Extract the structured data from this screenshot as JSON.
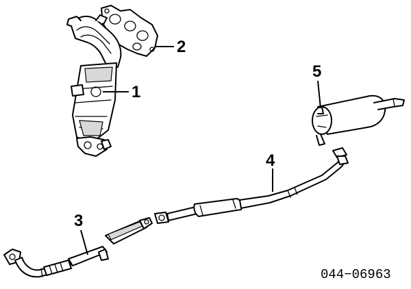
{
  "diagram": {
    "part_number": "044−06963",
    "callouts": [
      {
        "id": "1",
        "label": "1"
      },
      {
        "id": "2",
        "label": "2"
      },
      {
        "id": "3",
        "label": "3"
      },
      {
        "id": "4",
        "label": "4"
      },
      {
        "id": "5",
        "label": "5"
      }
    ]
  }
}
